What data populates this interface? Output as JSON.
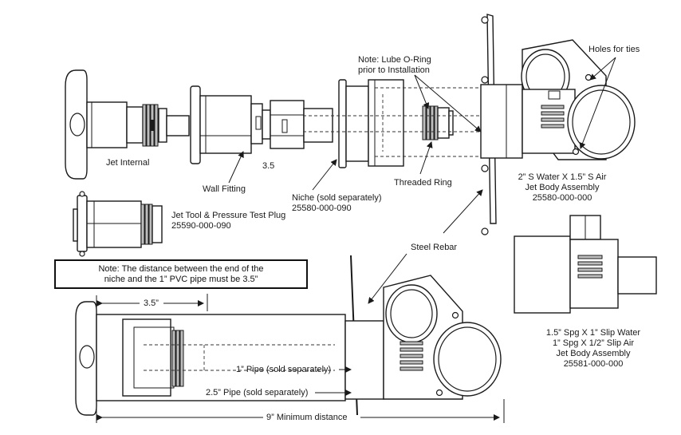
{
  "labels": {
    "jet_internal": "Jet Internal",
    "wall_fitting": "Wall Fitting",
    "dim_3_5_small": "3.5",
    "niche": "Niche (sold separately)",
    "niche_part": "25580-000-090",
    "note_lube_line1": "Note: Lube O-Ring",
    "note_lube_line2": "prior to Installation",
    "threaded_ring": "Threaded Ring",
    "holes_for_ties": "Holes for ties",
    "jet_body_1_line1": "2” S Water X 1.5” S Air",
    "jet_body_1_line2": "Jet Body Assembly",
    "jet_body_1_part": "25580-000-000",
    "jet_tool_line1": "Jet Tool & Pressure Test Plug",
    "jet_tool_part": "25590-000-090",
    "steel_rebar": "Steel Rebar",
    "note_distance_line1": "Note: The distance between the end of the",
    "note_distance_line2": "niche and the 1” PVC pipe must be 3.5”",
    "dim_3_5_in": "3.5”",
    "pipe_1": "1” Pipe (sold separately)",
    "pipe_2_5": "2.5” Pipe (sold separately)",
    "min_distance": "9” Minimum distance",
    "jet_body_2_line1": "1.5” Spg X 1” Slip Water",
    "jet_body_2_line2": "1” Spg X 1/2” Slip Air",
    "jet_body_2_line3": "Jet Body Assembly",
    "jet_body_2_part": "25581-000-000"
  },
  "colors": {
    "line": "#1a1a1a",
    "background": "#ffffff",
    "shade": "#bdbdbd"
  }
}
